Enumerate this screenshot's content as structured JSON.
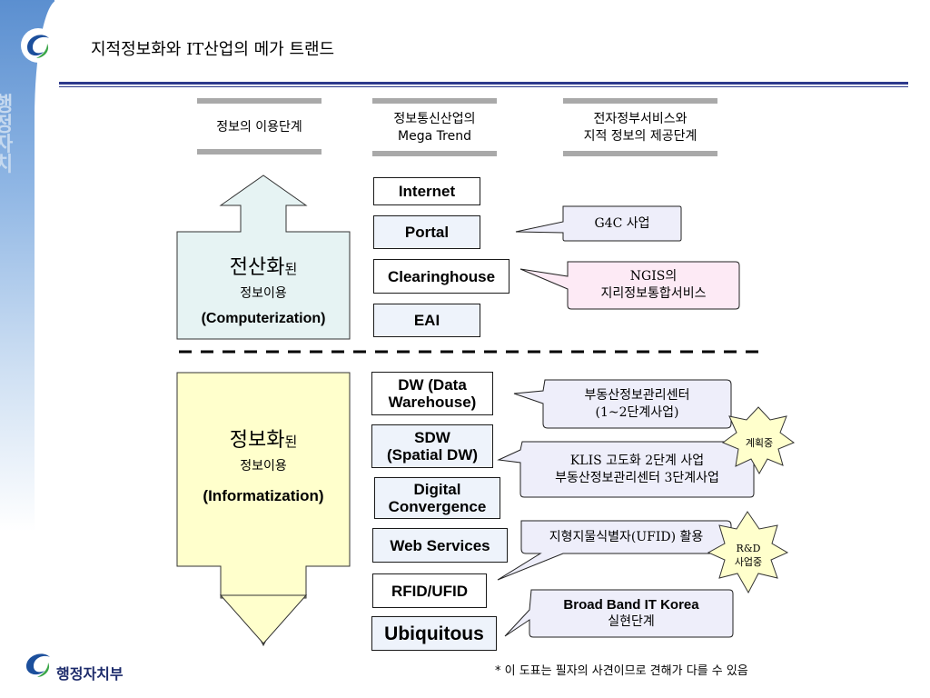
{
  "title": "지적정보화와 IT산업의 메가 트랜드",
  "sidebar": {
    "seal_text": "행정자치"
  },
  "columns": [
    {
      "label": "정보의 이용단계"
    },
    {
      "label_line1": "정보통신산업의",
      "label_line2": "Mega Trend"
    },
    {
      "label_line1": "전자정부서비스와",
      "label_line2": "지적 정보의 제공단계"
    }
  ],
  "arrow_up": {
    "line1_big": "전산화",
    "line1_small": "된",
    "line2": "정보이용",
    "line3": "(Computerization)"
  },
  "arrow_down": {
    "line1_big": "정보화",
    "line1_small": "된",
    "line2": "정보이용",
    "line3": "(Informatization)"
  },
  "trends_top": [
    "Internet",
    "Portal",
    "Clearinghouse",
    "EAI"
  ],
  "trends_bottom": [
    {
      "line1": "DW (Data",
      "line2": "Warehouse)"
    },
    {
      "line1": "SDW",
      "line2": "(Spatial DW)"
    },
    {
      "line1": "Digital",
      "line2": "Convergence"
    },
    {
      "line1": "Web Services"
    },
    {
      "line1": "RFID/UFID"
    },
    {
      "line1": "Ubiquitous"
    }
  ],
  "callouts": [
    {
      "line1": "G4C 사업"
    },
    {
      "line1": "NGIS의",
      "line2": "지리정보통합서비스"
    },
    {
      "line1": "부동산정보관리센터",
      "line2": "(1~2단계사업)"
    },
    {
      "line1": "KLIS 고도화 2단계 사업",
      "line2": "부동산정보관리센터 3단계사업"
    },
    {
      "line1": "지형지물식별자(UFID) 활용"
    },
    {
      "line1": "Broad Band IT Korea",
      "line2": "실현단계"
    }
  ],
  "bursts": [
    {
      "line1": "계획중"
    },
    {
      "line1": "R&D",
      "line2": "사업중"
    }
  ],
  "footer_note": "* 이 도표는 필자의 사견이므로 견해가 다를 수 있음",
  "brand": "행정자치부",
  "colors": {
    "accent_navy": "#2e3a8c",
    "callout_fill": "#eeeefa",
    "pink_fill": "#fdeaf5",
    "arrow_up_fill": "#e6f3f3",
    "arrow_down_fill": "#ffffcc",
    "burst_fill": "#ffffcc"
  }
}
